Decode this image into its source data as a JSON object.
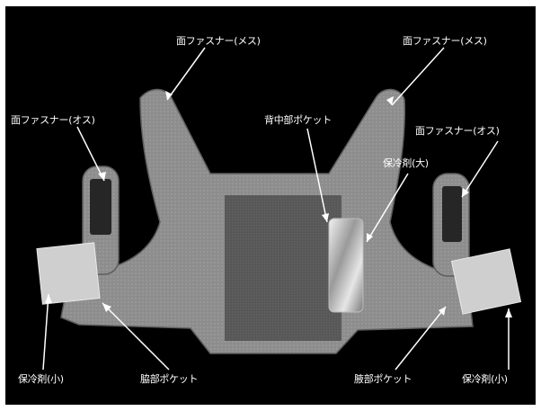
{
  "image": {
    "subject": "cooling vest product photo",
    "colors": {
      "background": "#000000",
      "fabric": "#8d8d8d",
      "mesh_panel": "#5a5a5a",
      "velcro_male": "#262626",
      "ice_pack": "#d9d9d9",
      "label_text": "#ffffff"
    }
  },
  "labels": {
    "female_fastener_left": "面ファスナー(メス)",
    "female_fastener_right": "面ファスナー(メス)",
    "male_fastener_left": "面ファスナー(オス)",
    "male_fastener_right": "面ファスナー(オス)",
    "back_pocket": "背中部ポケット",
    "ice_pack_large": "保冷剤(大)",
    "ice_pack_small_left": "保冷剤(小)",
    "ice_pack_small_right": "保冷剤(小)",
    "side_pocket_left": "脇部ポケット",
    "side_pocket_right": "腋部ポケット"
  }
}
